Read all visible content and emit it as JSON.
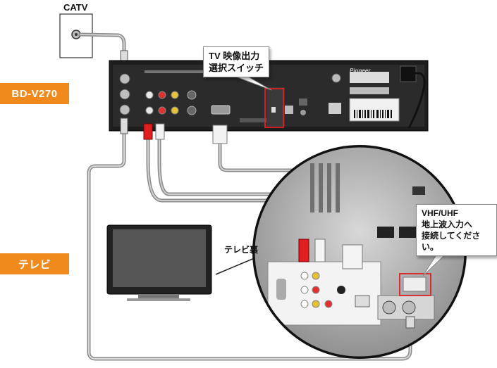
{
  "labels": {
    "catv": "CATV",
    "recorder_tag": "BD-V270",
    "tv_tag": "テレビ",
    "tv_back": "テレビ裏",
    "switch_callout": [
      "TV 映像出力",
      "選択スイッチ"
    ],
    "antenna_callout": [
      "VHF/UHF",
      "地上波入力へ",
      "接続してください。"
    ],
    "brand": "Pioneer"
  },
  "colors": {
    "orange": "#f08a1d",
    "red_highlight": "#e02020",
    "cable_gray": "#8a8a8a",
    "device_dark": "#222222"
  }
}
